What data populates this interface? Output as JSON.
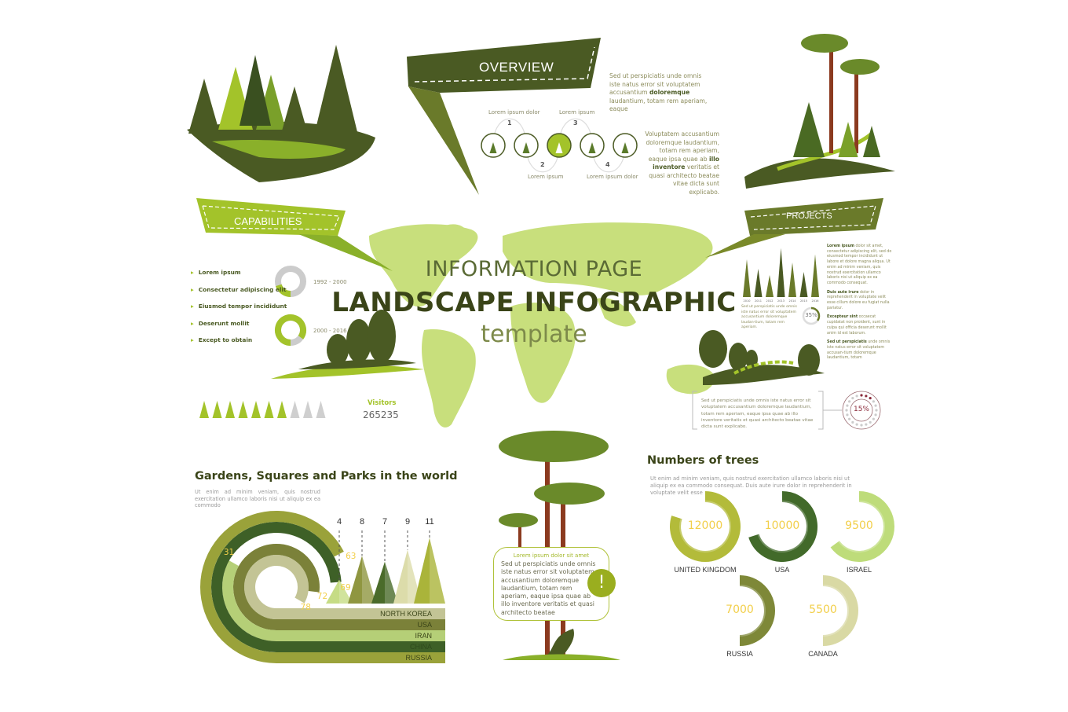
{
  "overview": {
    "banner_label": "OVERVIEW",
    "text_1": "Sed ut perspiciatis unde omnis iste natus error sit voluptatem accusantium doloremque laudantium, totam rem aperiam, eaque",
    "text_2": "Voluptatem accusantium doloremque laudantium, totam rem aperiam, eaque ipsa quae ab illo inventore veritatis et quasi architecto beatae vitae dicta sunt explicabo.",
    "steps": [
      {
        "number": "1",
        "label": "Lorem ipsum dolor"
      },
      {
        "number": "2",
        "label": "Lorem ipsum"
      },
      {
        "number": "3",
        "label": "Lorem ipsum"
      },
      {
        "number": "4",
        "label": "Lorem ipsum dolor"
      }
    ]
  },
  "capabilities": {
    "banner_label": "CAPABILITIES",
    "items": [
      "Lorem ipsum",
      "Consectetur adipiscing elit",
      "Eiusmod tempor incididunt",
      "Deserunt mollit",
      "Except to obtain"
    ],
    "donuts": [
      {
        "label": "1992 - 2000",
        "fraction": 0.2
      },
      {
        "label": "2000 - 2016",
        "fraction": 0.85
      }
    ],
    "visitors_label": "Visitors",
    "visitors_value": "265235",
    "visitors_icons_total": 10,
    "visitors_icons_filled": 7
  },
  "title": {
    "line1": "INFORMATION PAGE",
    "line2": "LANDSCAPE INFOGRAPHIC",
    "line3": "template"
  },
  "projects": {
    "banner_label": "PROJECTS",
    "years": [
      "2010",
      "2011",
      "2012",
      "2013",
      "2014",
      "2015",
      "2016"
    ],
    "bar_levels": [
      0.6,
      0.45,
      0.35,
      0.78,
      0.55,
      0.4,
      0.68
    ],
    "left_text": "Sed ut perspiciatis unde omnis iste natus error sit voluptatem accusantium doloremque laudan-tium, totam rem aperiam.",
    "percent_label": "35%",
    "percent": 35,
    "right_text": [
      {
        "bold": "Lorem ipsum",
        "text": " dolor sit amet, consectetur adipiscing elit, sed do eiusmod tempor incididunt ut labore et dolore magna aliqua. Ut enim ad minim veniam, quis nostrud exercitation ullamco laboris nisi ut aliquip ex ea commodo consequat."
      },
      {
        "bold": "Duis aute irure",
        "text": " dolor in reprehenderit in voluptate velit esse cillum dolore eu fugiat nulla pariatur."
      },
      {
        "bold": "Excepteur sint",
        "text": " occaecat cupidatat non proident, sunt in culpa qui officia deserunt mollit anim id est laborum."
      },
      {
        "bold": "Sed ut perspiciatis",
        "text": " unde omnis iste natus error sit voluptatem accusan-tium doloremque laudantium, totam"
      }
    ],
    "bottom_text": "Sed ut perspiciatis unde omnis iste natus error sit voluptatem accusantium doloremque laudantium, totam rem aperiam, eaque ipsa quae ab illo inventore veritatis et quasi architecto beatae vitae dicta sunt explicabo.",
    "dots_label": "15%",
    "dots_percent": 15
  },
  "gardens": {
    "title": "Gardens, Squares and Parks in the world",
    "subtitle": "Ut enim ad minim veniam, quis nostrud exercitation ullamco laboris nisi ut aliquip ex ea commodo"
  },
  "tree_box": {
    "heading": "Lorem ipsum dolor sit amet",
    "text": "Sed ut perspiciatis unde omnis iste natus error sit voluptatem accusantium doloremque laudantium, totam rem aperiam, eaque ipsa quae ab illo inventore veritatis et quasi architecto beatae",
    "icon": "exclamation-icon"
  },
  "numbers": {
    "title": "Numbers of trees",
    "subtitle": "Ut enim ad minim veniam, quis nostrud exercitation ullamco laboris nisi ut aliquip ex ea commodo consequat. Duis aute irure dolor in reprehenderit in voluptate velit esse"
  },
  "colors": {
    "dark_olive": "#4a5a23",
    "lime": "#a3c32a",
    "map_green": "#c8df7c",
    "label_yellow": "#f2cf4a",
    "trunk": "#8b3a1f"
  },
  "chart_data": [
    {
      "type": "bar",
      "subtype": "spiral-arc-bands",
      "title": "Gardens, Squares and Parks in the world",
      "categories": [
        "NORTH KOREA",
        "USA",
        "IRAN",
        "CHINA",
        "RUSSIA"
      ],
      "values": [
        78,
        72,
        31,
        69,
        63
      ],
      "colors": [
        "#c3c495",
        "#7b8139",
        "#b5cf77",
        "#3e6027",
        "#9aa23a"
      ]
    },
    {
      "type": "bar",
      "subtype": "triangles",
      "values": [
        4,
        8,
        7,
        9,
        11
      ],
      "colors": [
        "#c6dc85",
        "#8f9640",
        "#4a6b2a",
        "#dcdcaa",
        "#aab43a"
      ]
    },
    {
      "type": "pie",
      "subtype": "arc-gauges",
      "title": "Numbers of trees",
      "categories": [
        "UNITED KINGDOM",
        "USA",
        "ISRAEL",
        "RUSSIA",
        "CANADA"
      ],
      "values": [
        12000,
        10000,
        9500,
        7000,
        5500
      ],
      "colors": [
        "#b3bb3a",
        "#426a2a",
        "#bedc7a",
        "#7e8838",
        "#d9d9a4"
      ]
    },
    {
      "type": "bar",
      "subtype": "spikes",
      "categories": [
        "2010",
        "2011",
        "2012",
        "2013",
        "2014",
        "2015",
        "2016"
      ]
    }
  ]
}
